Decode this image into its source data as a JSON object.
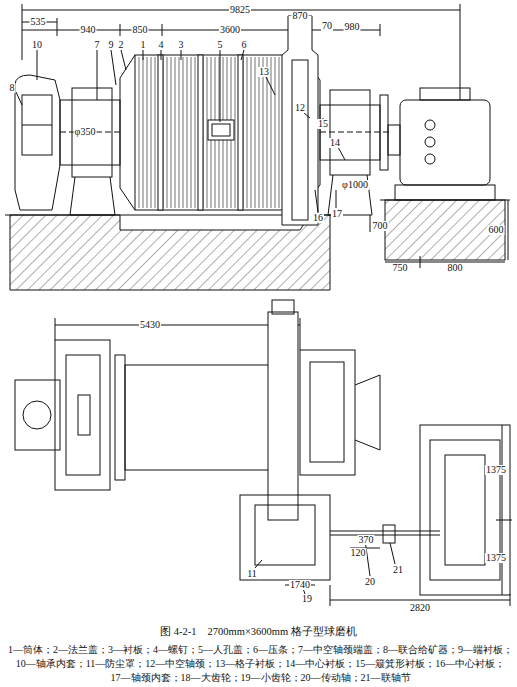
{
  "diagram": {
    "caption": "图 4-2-1　2700mm×3600mm 格子型球磨机",
    "labels": [
      "9825",
      "535",
      "940",
      "850",
      "3600",
      "980",
      "870",
      "70",
      "10",
      "8",
      "7",
      "9",
      "2",
      "1",
      "4",
      "3",
      "5",
      "6",
      "13",
      "12",
      "15",
      "14",
      "16",
      "17",
      "φ350",
      "φ1000",
      "700",
      "750",
      "800",
      "600",
      "5430",
      "11",
      "1740",
      "19",
      "20",
      "21",
      "2820",
      "370",
      "120",
      "1375",
      "1375",
      "1—筒体；",
      "2—法兰盖；",
      "3—衬板；",
      "4—螺钉；",
      "5—人孔盖；",
      "6—压条；",
      "7—中空轴颈端盖；",
      "8—联合给矿器；",
      "9—端衬板；",
      "10—轴承内套；",
      "11—防尘罩；",
      "12—中空轴颈；",
      "13—格子衬板；",
      "14—中心衬板；",
      "15—簸箕形衬板；",
      "16—中心衬板；",
      "17—轴颈内套；",
      "18—大齿轮；",
      "19—小齿轮；",
      "20—传动轴；",
      "21—联轴节"
    ]
  }
}
